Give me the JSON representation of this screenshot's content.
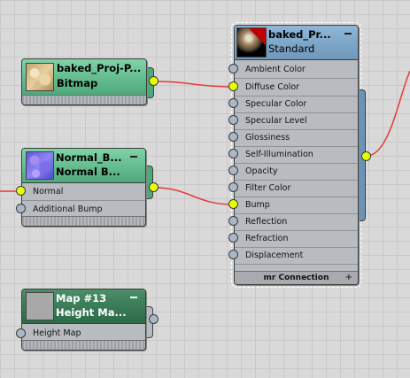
{
  "bitmap_node": {
    "title": "baked_Proj-P...",
    "subtitle": "Bitmap",
    "thumb_icon": "stone-texture-thumb"
  },
  "normal_node": {
    "title": "Normal_B...",
    "subtitle": "Normal B...",
    "thumb_icon": "normal-map-thumb",
    "inputs": [
      "Normal",
      "Additional Bump"
    ]
  },
  "height_node": {
    "title": "Map #13",
    "subtitle": "Height Ma...",
    "thumb_icon": "grey-thumb",
    "inputs": [
      "Height Map"
    ]
  },
  "material_node": {
    "title": "baked_Pr...",
    "subtitle": "Standard",
    "thumb_icon": "material-sphere-thumb",
    "slots": [
      "Ambient Color",
      "Diffuse Color",
      "Specular Color",
      "Specular Level",
      "Glossiness",
      "Self-Illumination",
      "Opacity",
      "Filter Color",
      "Bump",
      "Reflection",
      "Refraction",
      "Displacement"
    ],
    "footer_label": "mr Connection"
  },
  "colors": {
    "wire": "#e8393a",
    "socket_active": "#e7ff00",
    "header_green": "#4ea97a",
    "header_blue": "#6f98bb"
  }
}
